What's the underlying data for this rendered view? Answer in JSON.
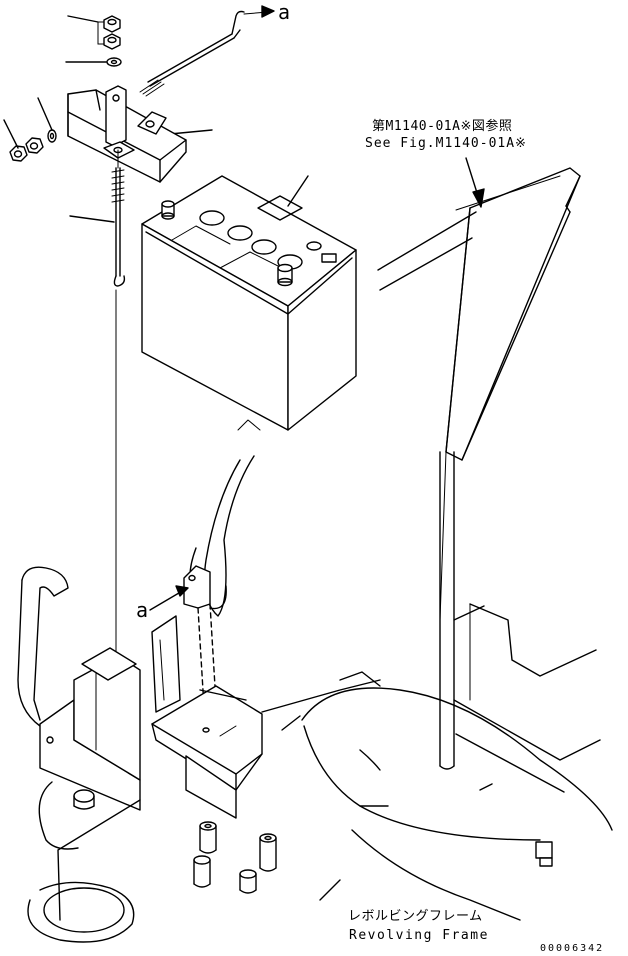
{
  "labels": {
    "arrow_ref_top": "a",
    "arrow_ref_bottom": "a",
    "reference_jp": "第M1140-01A※図参照",
    "reference_en": "See Fig.M1140-01A※",
    "frame_jp": "レボルビングフレーム",
    "frame_en": "Revolving Frame",
    "drawing_number": "00006342"
  }
}
